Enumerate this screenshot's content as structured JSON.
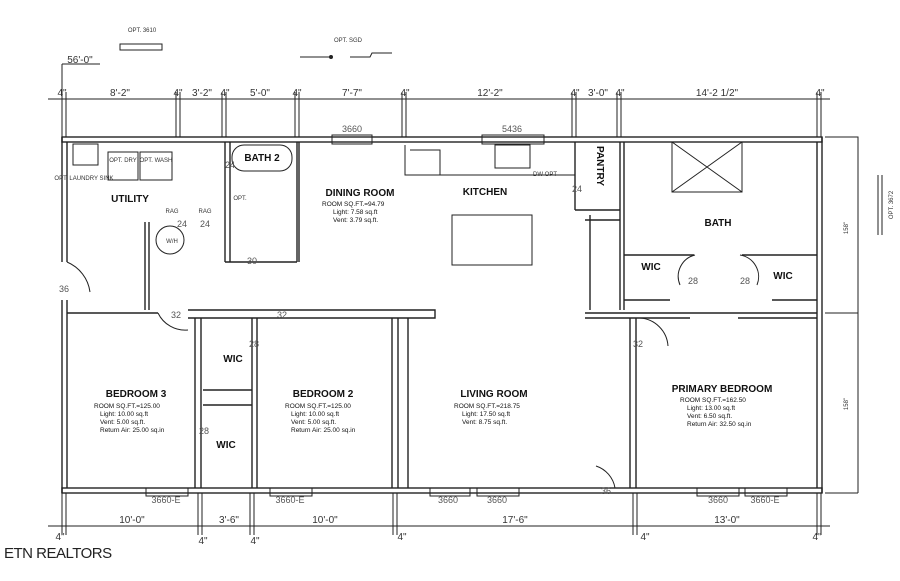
{
  "brand": "ETN REALTORS",
  "overall_width": "56'-0\"",
  "options": {
    "window_top": "OPT. 3610",
    "sgd": "OPT. SGD",
    "window_right": "OPT. 3672"
  },
  "top_dims": [
    "4\"",
    "8'-2\"",
    "4\"",
    "3'-2\"",
    "4\"",
    "5'-0\"",
    "4\"",
    "7'-7\"",
    "4\"",
    "12'-2\"",
    "4\"",
    "3'-0\"",
    "4\"",
    "14'-2 1/2\"",
    "4\""
  ],
  "bottom_dims": [
    "4\"",
    "10'-0\"",
    "4\"",
    "3'-6\"",
    "4\"",
    "10'-0\"",
    "4\"",
    "17'-6\"",
    "4\"",
    "13'-0\"",
    "4\""
  ],
  "side_dims": [
    "158\"",
    "158\""
  ],
  "windows": {
    "top1": "3660",
    "top2": "5436",
    "b1": "3660-E",
    "b2": "3660-E",
    "b3": "3660",
    "b4": "3660",
    "b5": "3660",
    "b6": "3660-E"
  },
  "rooms": {
    "utility": "UTILITY",
    "bath2": "BATH 2",
    "dining": "DINING ROOM",
    "kitchen": "KITCHEN",
    "pantry": "PANTRY",
    "bath": "BATH",
    "wic": "WIC",
    "bedroom3": "BEDROOM 3",
    "bedroom2": "BEDROOM 2",
    "living": "LIVING ROOM",
    "primary": "PRIMARY BEDROOM"
  },
  "fixtures": {
    "dry": "OPT. DRY",
    "wash": "OPT. WASH",
    "sink": "OPT. LAUNDRY SINK",
    "wh": "W/H",
    "rag1": "RAG",
    "rag2": "RAG",
    "dw": "DW OPT",
    "opt": "OPT."
  },
  "doors": {
    "d24a": "24",
    "d24b": "24",
    "d24c": "24",
    "d24d": "24",
    "d30": "30",
    "d36a": "36",
    "d32a": "32",
    "d32b": "32",
    "d28a": "28",
    "d28b": "28",
    "d28c": "28",
    "d28d": "28",
    "d32c": "32",
    "d36b": "36"
  },
  "room_info": {
    "dining": [
      "ROOM  SQ.FT.=94.79",
      "Light: 7.58  sq.ft",
      "Vent:  3.79  sq.ft."
    ],
    "bedroom3": [
      "ROOM  SQ.FT.=125.00",
      "Light: 10.00  sq.ft",
      "Vent:  5.00  sq.ft.",
      "Return  Air:  25.00  sq.in"
    ],
    "bedroom2": [
      "ROOM  SQ.FT.=125.00",
      "Light: 10.00  sq.ft",
      "Vent:  5.00  sq.ft.",
      "Return  Air:  25.00  sq.in"
    ],
    "living": [
      "ROOM  SQ.FT.=218.75",
      "Light: 17.50  sq.ft",
      "Vent:  8.75  sq.ft."
    ],
    "primary": [
      "ROOM  SQ.FT.=162.50",
      "Light: 13.00  sq.ft",
      "Vent:  6.50  sq.ft.",
      "Return  Air:  32.50  sq.in"
    ]
  }
}
